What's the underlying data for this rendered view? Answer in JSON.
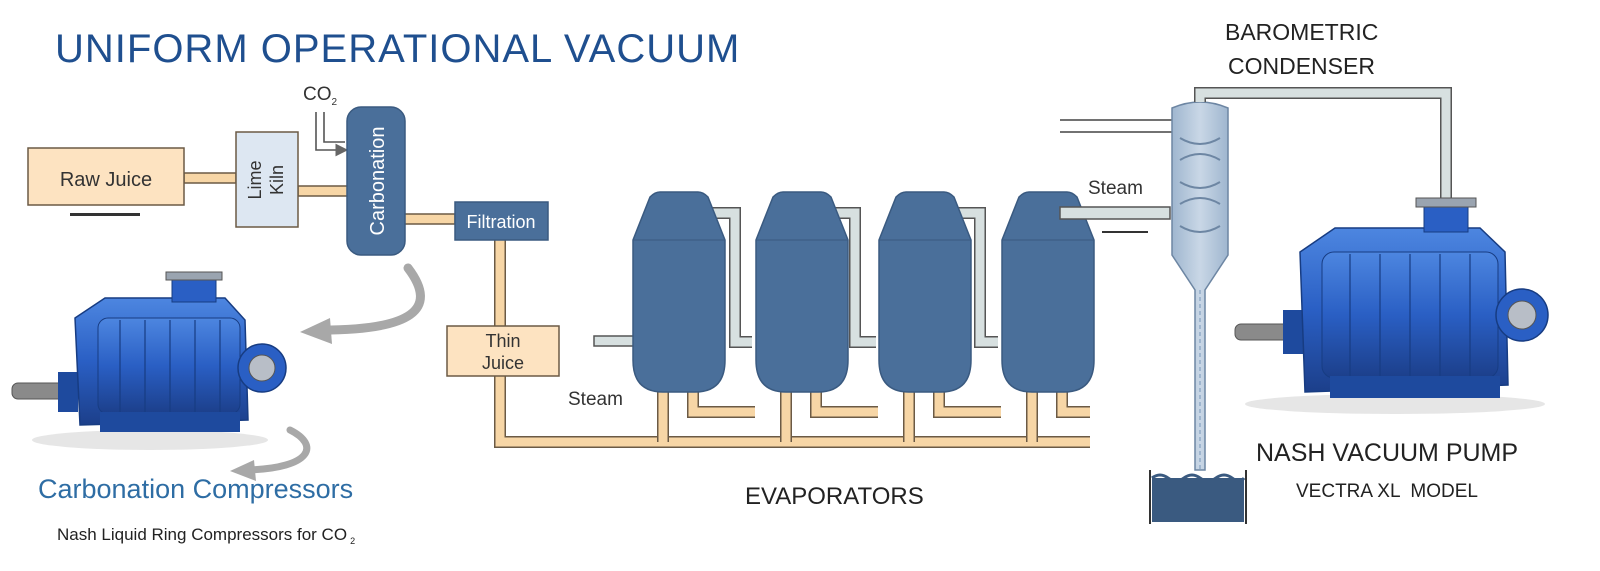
{
  "title": "UNIFORM OPERATIONAL VACUUM",
  "co2_label": "CO",
  "co2_subscript": "2",
  "boxes": {
    "raw_juice": "Raw Juice",
    "lime_line1": "Lime",
    "lime_line2": "Kiln",
    "carbonation": "Carbonation",
    "filtration": "Filtration",
    "thin_juice_line1": "Thin",
    "thin_juice_line2": "Juice"
  },
  "steam_label_left": "Steam",
  "steam_label_right": "Steam",
  "evaporators_label": "EVAPORATORS",
  "condenser_line1": "BAROMETRIC",
  "condenser_line2": "CONDENSER",
  "pump_title": "NASH VACUUM PUMP",
  "pump_model": "VECTRA XL  MODEL",
  "compressors_title": "Carbonation Compressors",
  "compressors_sub": "Nash Liquid Ring Compressors for CO",
  "compressors_sub_subscript": "2",
  "colors": {
    "title": "#1f4f8f",
    "vessel": "#4a6f9a",
    "vessel_stroke": "#3a5a80",
    "juice_box": "#fde3c1",
    "lime_box": "#dde7f2",
    "pipe_juice": "#f7d6a6",
    "pipe_steam": "#d7e0e0",
    "pump_blue": "#2a5fc4",
    "arrow_grey": "#a0a0a0",
    "compressor_text": "#2e6da4"
  },
  "icons": {
    "left_pump": "liquid-ring-compressor-icon",
    "right_pump": "vacuum-pump-icon"
  }
}
